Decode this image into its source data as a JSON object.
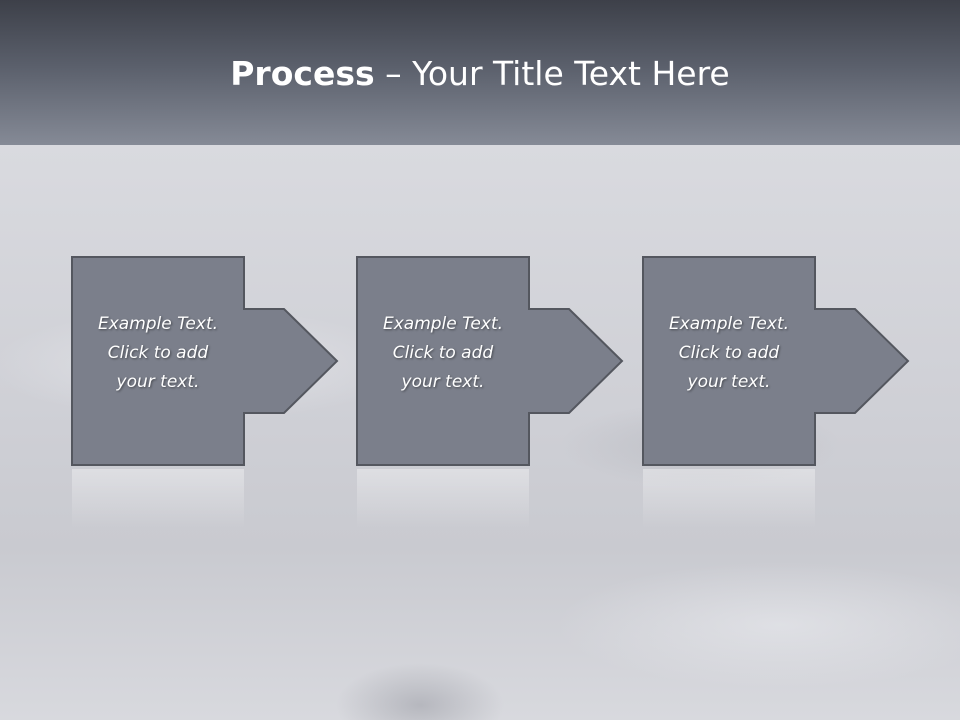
{
  "title": {
    "bold": "Process",
    "rest": " – Your Title Text Here"
  },
  "steps": [
    {
      "lines": [
        "Example Text.",
        "Click  to add",
        "your text."
      ]
    },
    {
      "lines": [
        "Example Text.",
        "Click  to add",
        "your text."
      ]
    },
    {
      "lines": [
        "Example Text.",
        "Click  to add",
        "your text."
      ]
    }
  ],
  "colors": {
    "box_fill": "#7b7f8b",
    "box_stroke": "#54575f",
    "header_top": "#3d4049",
    "header_bottom": "#858a96"
  }
}
